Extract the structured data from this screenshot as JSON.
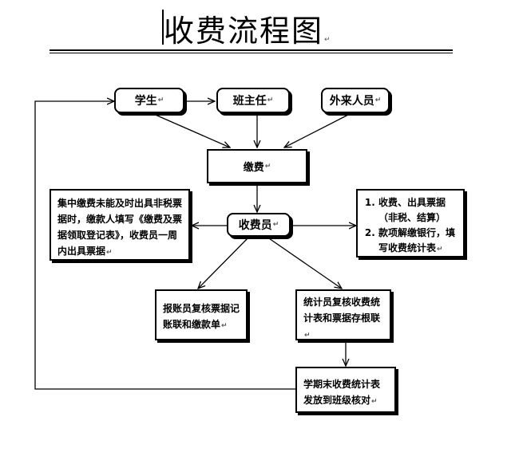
{
  "title": "收费流程图",
  "nodes": {
    "student": "学生",
    "head_teacher": "班主任",
    "outsider": "外来人员",
    "payment": "缴费",
    "cashier": "收费员",
    "left_note": "集中缴费未能及时出具非税票据时，缴款人填写《缴费及票据领取登记表》，收费员一周内出具票据",
    "right_note_items": [
      "收费、出具票据（非税、结算）",
      "款项解缴银行，填写收费统计表"
    ],
    "accountant_review": "报账员复核票据记账联和缴款单",
    "statistician_review": "统计员复核收费统计表和票据存根联",
    "semester_end": "学期末收费统计表发放到班级核对"
  }
}
